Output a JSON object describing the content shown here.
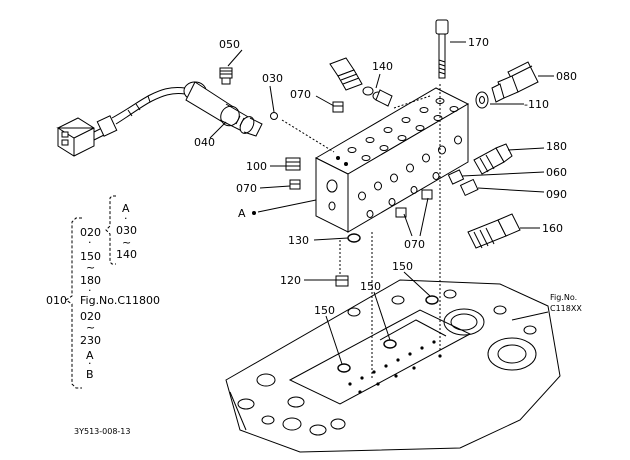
{
  "callouts": {
    "p050": "050",
    "p030": "030",
    "p140": "140",
    "p170": "170",
    "p080": "080",
    "p070a": "070",
    "p110": "-110",
    "p040": "040",
    "p180": "180",
    "p100": "100",
    "p060": "060",
    "p070b": "070",
    "p090": "090",
    "pA": "A",
    "p130": "130",
    "p070c": "070",
    "p160": "160",
    "p120": "120",
    "p150a": "150",
    "p150b": "150",
    "p150c": "150"
  },
  "figref": {
    "line1": "Fig.No.",
    "line2": "C118XX"
  },
  "bracket": {
    "root": "010",
    "row_020a": "020",
    "dot1": "·",
    "row_150": "150",
    "tilde1": "~",
    "row_180": "180",
    "dot2": "·",
    "fig_ref": "Fig.No.C11800",
    "row_020b": "020",
    "tilde2": "~",
    "row_230": "230",
    "row_A": "A",
    "dot3": "·",
    "row_B": "B",
    "sub_A": "A",
    "sub_dot1": "·",
    "sub_030": "030",
    "sub_tilde": "~",
    "sub_140": "140"
  },
  "footer": {
    "code": "3Y513-008-13"
  },
  "icons": {
    "connector": "electrical-connector-icon",
    "solenoid": "solenoid-valve-icon",
    "valve-block": "control-valve-block-icon",
    "housing": "transmission-housing-icon"
  }
}
